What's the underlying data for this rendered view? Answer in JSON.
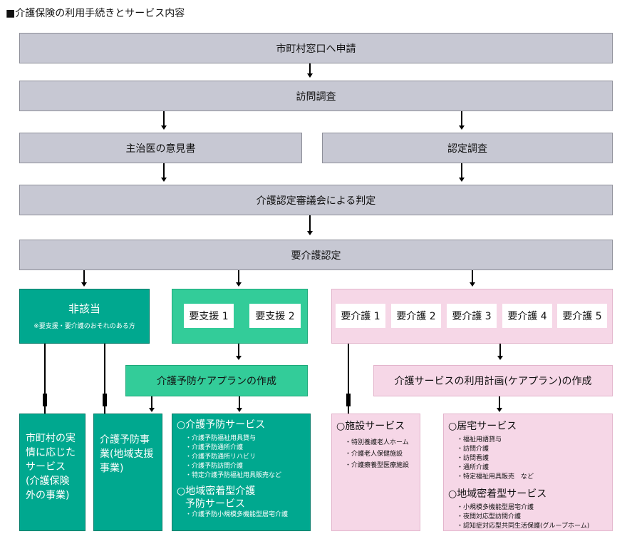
{
  "title": "■介護保険の利用手続きとサービス内容",
  "flow": {
    "apply": "市町村窓口へ申請",
    "visit_survey": "訪問調査",
    "doctor_opinion": "主治医の意見書",
    "cert_survey": "認定調査",
    "council": "介護認定審議会による判定",
    "certification": "要介護認定"
  },
  "non_applicable": {
    "label": "非該当",
    "note": "※要支援・要介護のおそれのある方"
  },
  "support_levels": [
    "要支援 1",
    "要支援 2"
  ],
  "care_levels": [
    "要介護 1",
    "要介護 2",
    "要介護 3",
    "要介護 4",
    "要介護 5"
  ],
  "prevention_plan": "介護予防ケアプランの作成",
  "care_plan": "介護サービスの利用計画(ケアプラン)の作成",
  "bottom": {
    "municipal": "市町村の実情に応じたサービス(介護保険外の事業)",
    "prevention_project": "介護予防事業(地域支援事業)",
    "prevention_services": {
      "heading1": "○介護予防サービス",
      "items1": [
        "・介護予防福祉用具貸与",
        "・介護予防通所介護",
        "・介護予防通所リハビリ",
        "・介護予防訪問介護",
        "・特定介護予防福祉用具販売など"
      ],
      "heading2a": "○地域密着型介護",
      "heading2b": "予防サービス",
      "items2": [
        "・介護予防小規模多機能型居宅介護"
      ]
    },
    "facility_services": {
      "heading": "○施設サービス",
      "items": [
        "・特別養護老人ホーム",
        "・介護老人保健施設",
        "・介護療養型医療施設"
      ]
    },
    "home_services": {
      "heading1": "○居宅サービス",
      "items1": [
        "・福祉用語貸与",
        "・訪問介護",
        "・訪問看護",
        "・通所介護",
        "・特定福祉用具販売　など"
      ],
      "heading2": "○地域密着型サービス",
      "items2": [
        "・小規模多機能型居宅介護",
        "・夜間対応型訪問介護",
        "・認知症対応型共同生活保護(グループホーム)"
      ]
    }
  }
}
